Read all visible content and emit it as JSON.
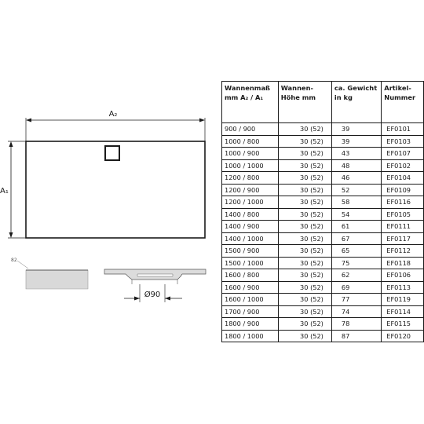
{
  "drawing": {
    "dim_width_label": "A₂",
    "dim_height_label": "A₁",
    "edge_label": "82",
    "drain_label": "Ø90"
  },
  "table": {
    "headers": [
      "Wannenmaß mm A₂ / A₁",
      "Wannen-Höhe mm",
      "ca. Gewicht in kg",
      "Artikel-Nummer"
    ],
    "rows": [
      [
        "900 / 900",
        "30 (52)",
        "39",
        "EF0101"
      ],
      [
        "1000 / 800",
        "30 (52)",
        "39",
        "EF0103"
      ],
      [
        "1000 / 900",
        "30 (52)",
        "43",
        "EF0107"
      ],
      [
        "1000 / 1000",
        "30 (52)",
        "48",
        "EF0102"
      ],
      [
        "1200 / 800",
        "30 (52)",
        "46",
        "EF0104"
      ],
      [
        "1200 / 900",
        "30 (52)",
        "52",
        "EF0109"
      ],
      [
        "1200 / 1000",
        "30 (52)",
        "58",
        "EF0116"
      ],
      [
        "1400 / 800",
        "30 (52)",
        "54",
        "EF0105"
      ],
      [
        "1400 / 900",
        "30 (52)",
        "61",
        "EF0111"
      ],
      [
        "1400 / 1000",
        "30 (52)",
        "67",
        "EF0117"
      ],
      [
        "1500 / 900",
        "30 (52)",
        "65",
        "EF0112"
      ],
      [
        "1500 / 1000",
        "30 (52)",
        "75",
        "EF0118"
      ],
      [
        "1600 / 800",
        "30 (52)",
        "62",
        "EF0106"
      ],
      [
        "1600 / 900",
        "30 (52)",
        "69",
        "EF0113"
      ],
      [
        "1600 / 1000",
        "30 (52)",
        "77",
        "EF0119"
      ],
      [
        "1700 / 900",
        "30 (52)",
        "74",
        "EF0114"
      ],
      [
        "1800 / 900",
        "30 (52)",
        "78",
        "EF0115"
      ],
      [
        "1800 / 1000",
        "30 (52)",
        "87",
        "EF0120"
      ]
    ]
  }
}
